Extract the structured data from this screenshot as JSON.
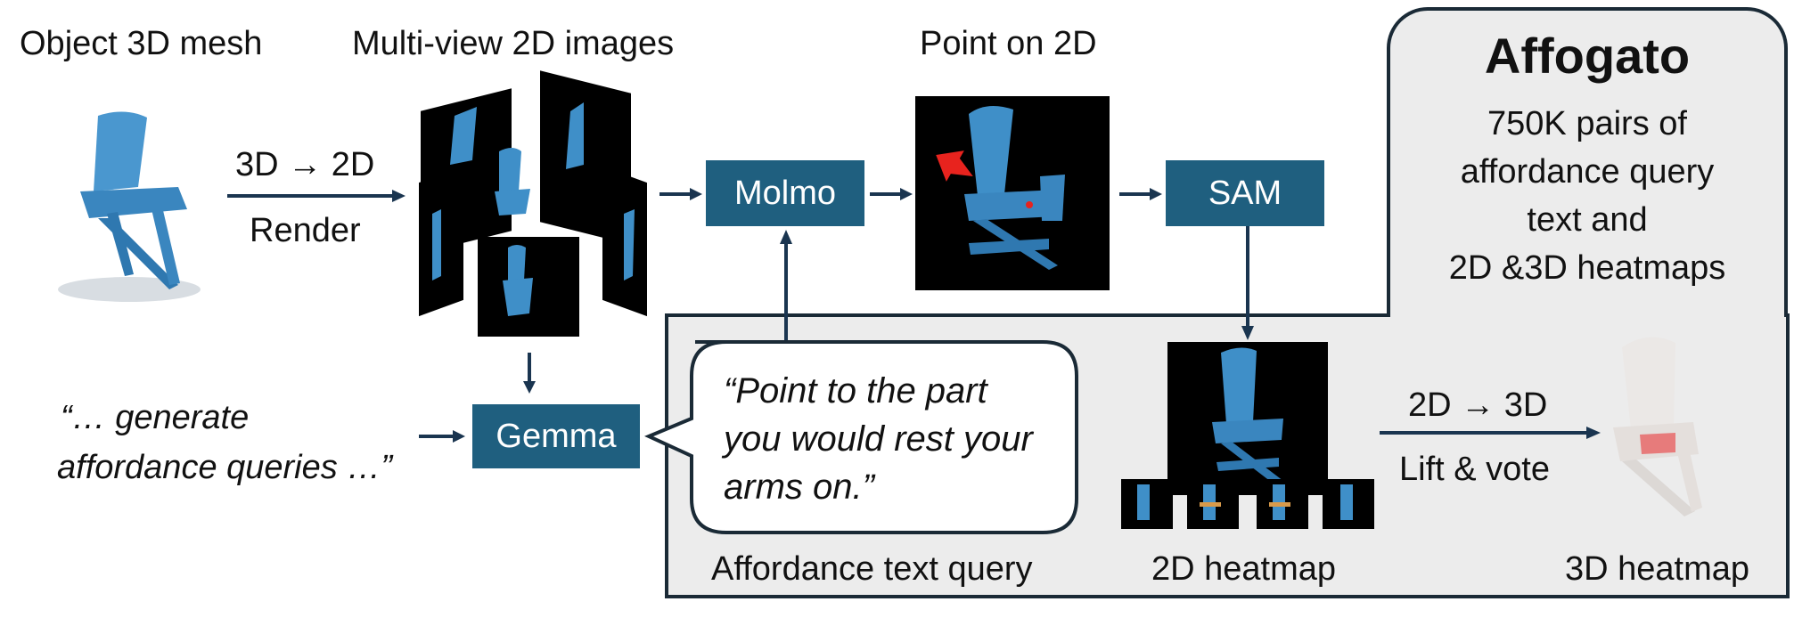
{
  "labels": {
    "object_mesh": "Object 3D mesh",
    "multiview": "Multi-view 2D images",
    "point_on_2d": "Point on 2D",
    "render_top": "3D → 2D",
    "render_bottom": "Render",
    "molmo": "Molmo",
    "sam": "SAM",
    "gemma": "Gemma",
    "prompt_line1": "“… generate",
    "prompt_line2": "affordance queries …”",
    "query_line1": "“Point to the part",
    "query_line2": "you would rest your",
    "query_line3": "arms on.”",
    "affordance_text_query": "Affordance text query",
    "heatmap_2d": "2D heatmap",
    "lift_top": "2D → 3D",
    "lift_bottom": "Lift & vote",
    "heatmap_3d": "3D heatmap"
  },
  "affogato": {
    "title": "Affogato",
    "line1": "750K pairs of",
    "line2": "affordance query",
    "line3": "text and",
    "line4": "2D &3D heatmaps"
  },
  "colors": {
    "box": "#1f5f7f",
    "chair": "#3f8fc8",
    "arrow": "#1a3550",
    "panel": "#ececec",
    "red_pointer": "#e8231e"
  }
}
